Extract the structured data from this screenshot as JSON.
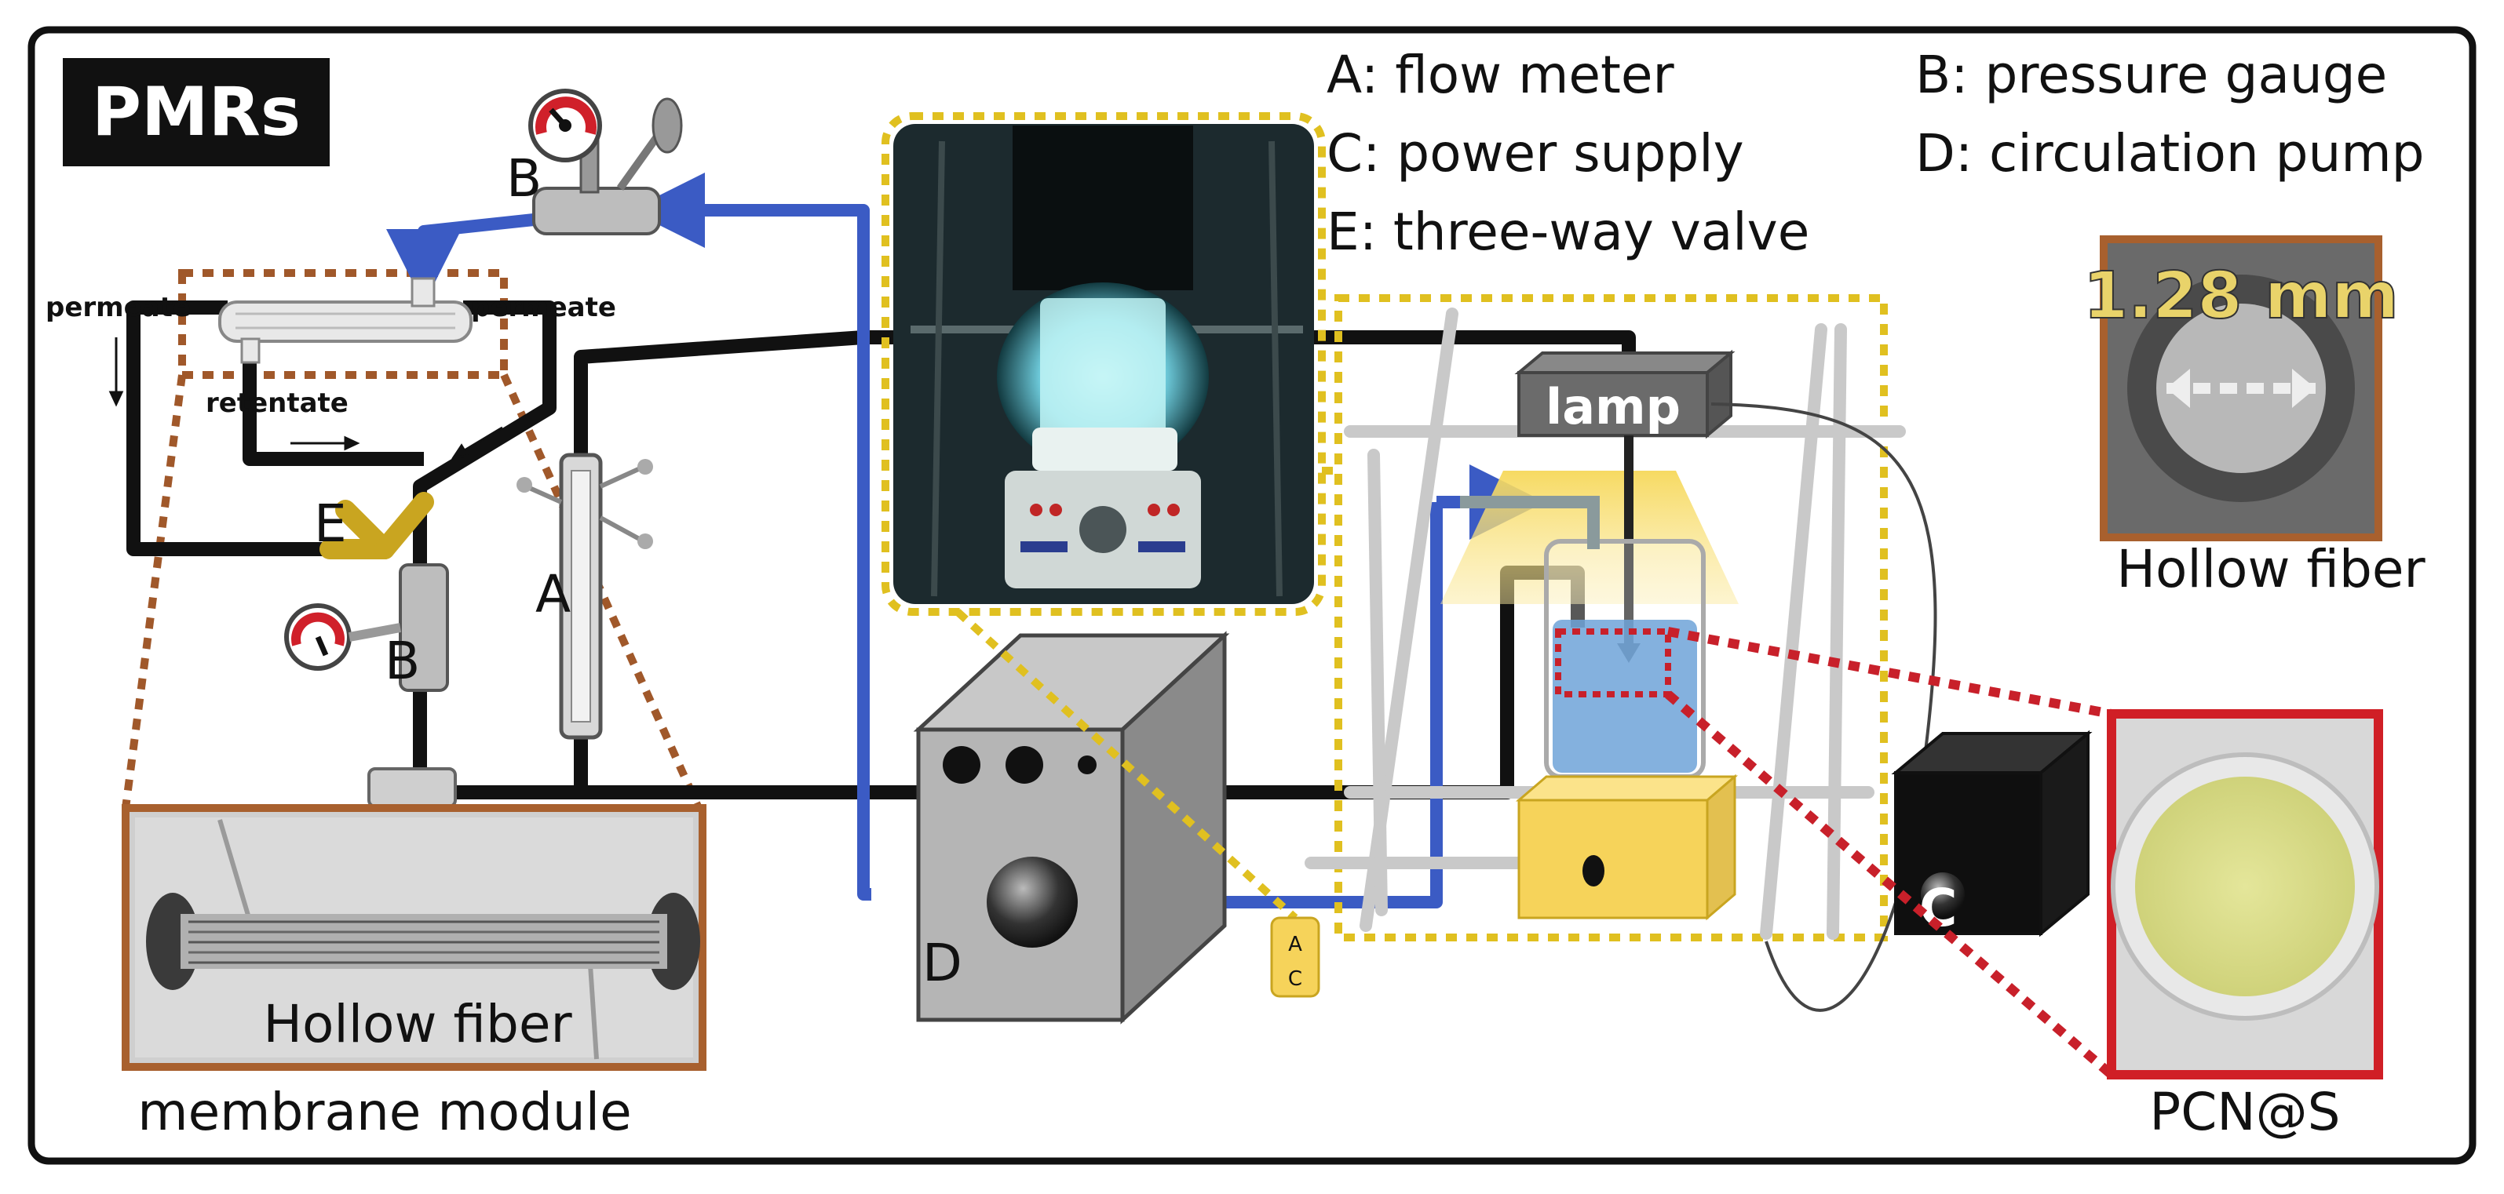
{
  "title_badge": "PMRs",
  "legend": {
    "a": "A: flow meter",
    "b": "B: pressure gauge",
    "c": "C: power supply",
    "d": "D: circulation pump",
    "e": "E: three-way valve"
  },
  "component_labels": {
    "gauge_top": "B",
    "gauge_bottom": "B",
    "valve": "E",
    "flow_meter": "A",
    "pump": "D",
    "power_supply": "C",
    "small_box_a": "A",
    "small_box_c": "C"
  },
  "flow_labels": {
    "permeate_left": "permeate",
    "permeate_right": "permeate",
    "retentate": "retentate"
  },
  "lamp_label": "lamp",
  "insets": {
    "hollow_fiber_scale": "1.28 mm",
    "hollow_fiber_caption": "Hollow fiber",
    "module_caption_line1": "Hollow fiber",
    "module_caption_line2": "membrane module",
    "catalyst_caption": "PCN@S"
  },
  "colors": {
    "pipe_black": "#111111",
    "pipe_blue": "#3b5bc4",
    "brown_dotted": "#a0582a",
    "yellow_dotted": "#e0c020",
    "red_dotted": "#c8202a",
    "inset_brown": "#a8602e",
    "inset_red": "#d01f26"
  }
}
